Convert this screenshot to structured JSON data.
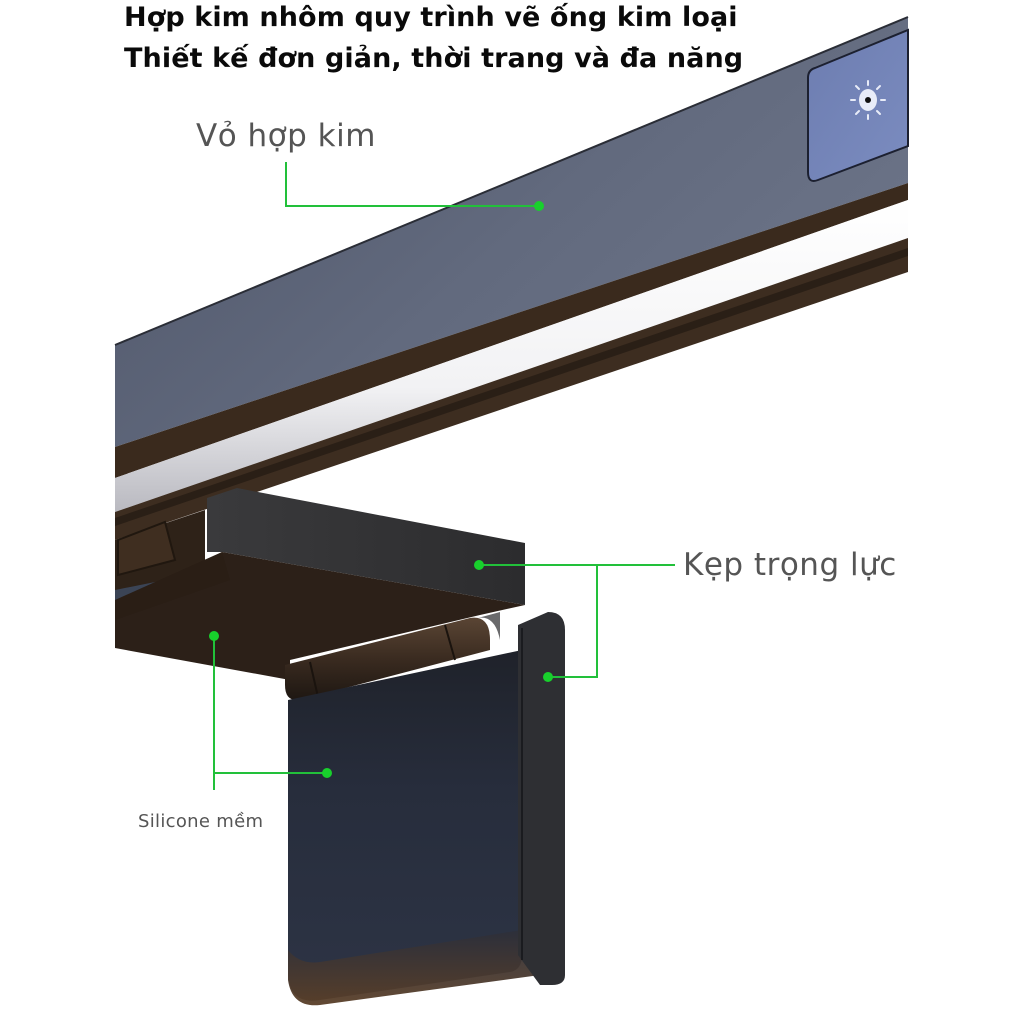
{
  "headline": {
    "line1": "Hợp kim nhôm quy trình vẽ ống kim loại",
    "line2": "Thiết kế đơn giản, thời trang và đa năng"
  },
  "callouts": [
    {
      "id": "shell",
      "label": "Vỏ hợp kim"
    },
    {
      "id": "clamp",
      "label": "Kẹp trọng lực"
    },
    {
      "id": "silicone",
      "label": "Silicone mềm"
    }
  ],
  "touch_panel": {
    "icon": "brightness-sun-icon"
  },
  "colors": {
    "callout_line": "#22c03a",
    "callout_dot": "#18d02c",
    "bar_top": "#5f6678",
    "touch_panel": "#7283b4",
    "led_strip": "#f4f4f6",
    "brown_trim": "#3c2c1f",
    "clamp_dark": "#2a2a2c",
    "silicone_pad": "#262c3a",
    "headline_text": "#0a0a0a",
    "label_text": "#555555"
  }
}
